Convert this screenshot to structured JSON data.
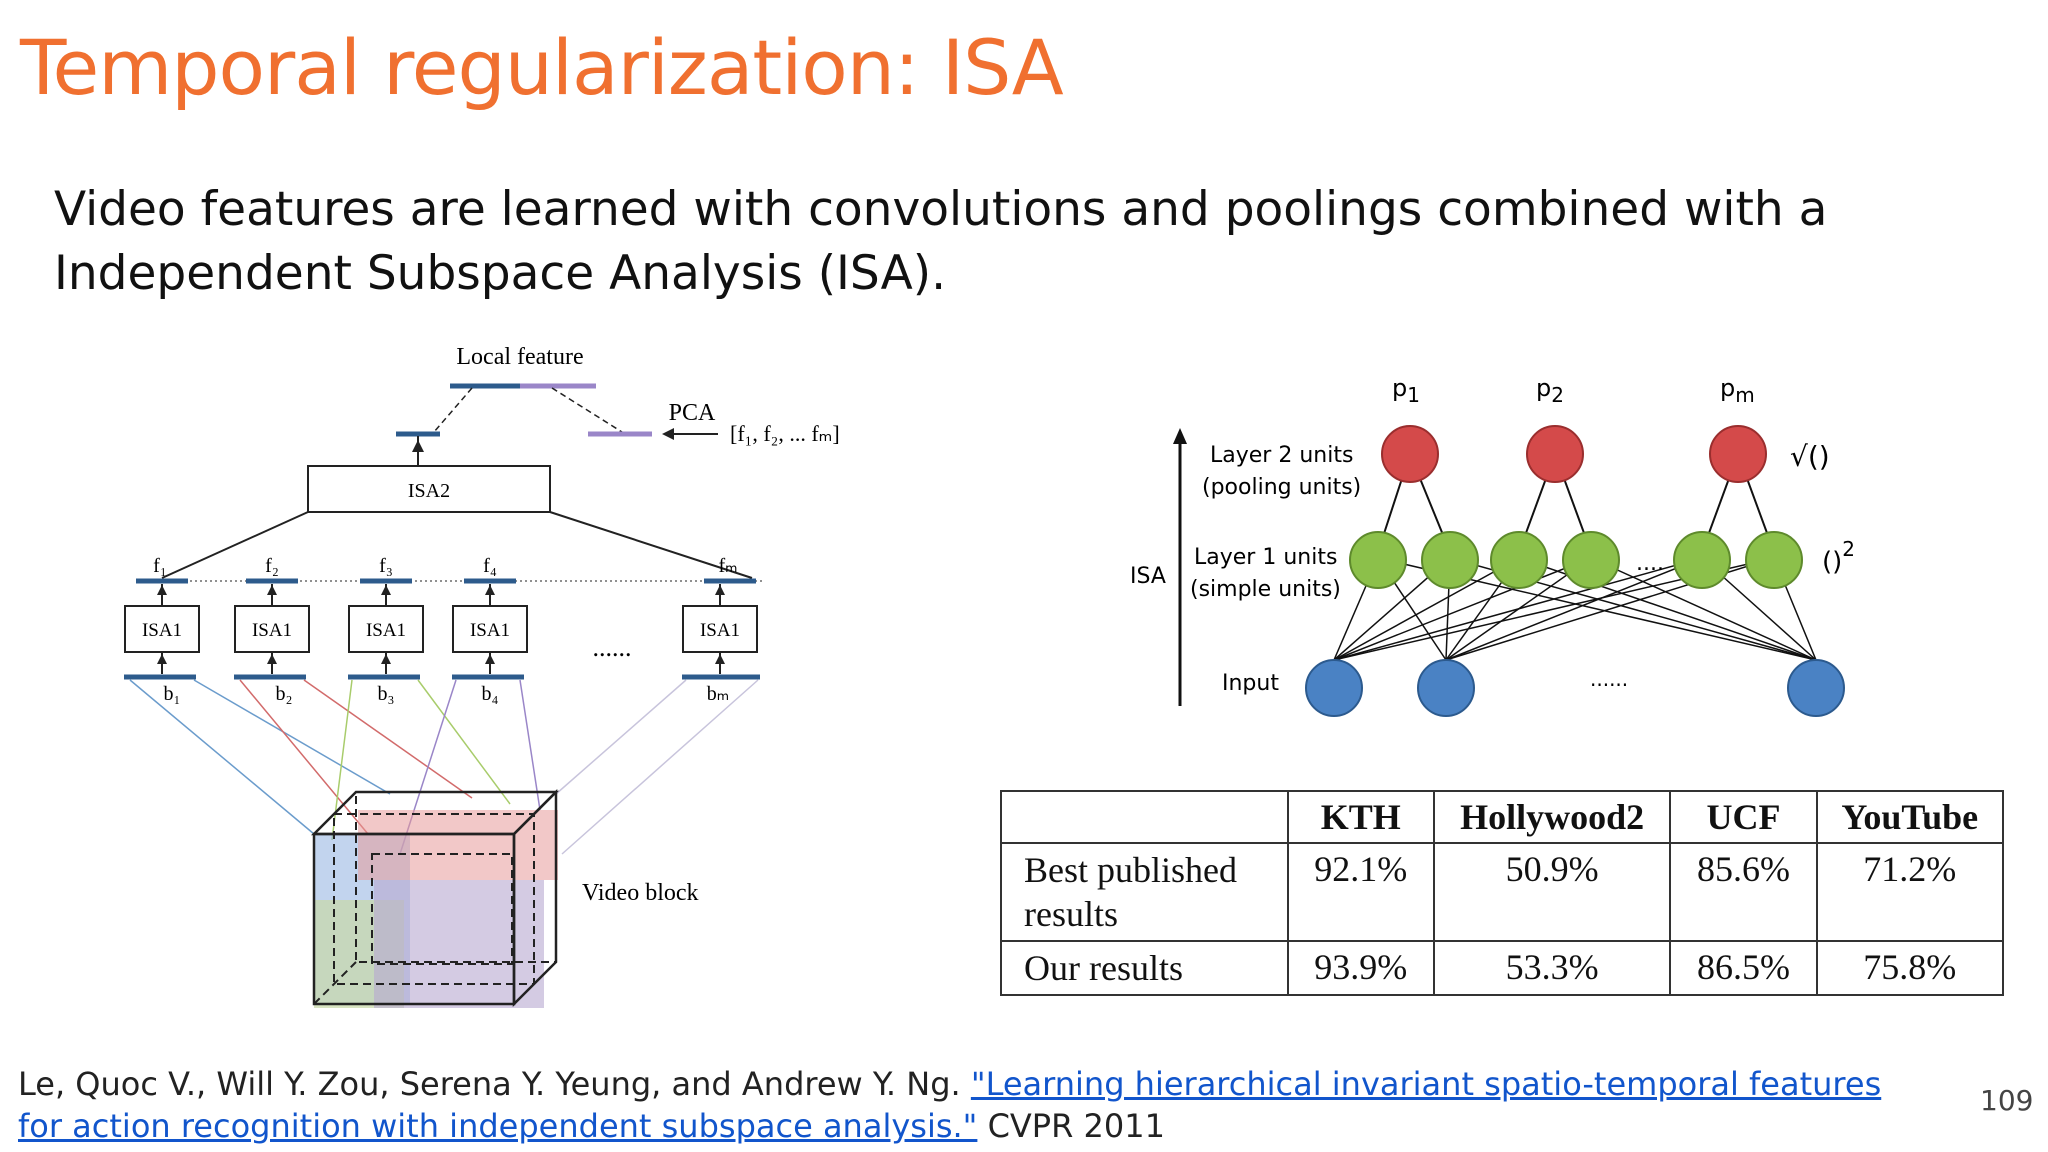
{
  "slide": {
    "title": "Temporal regularization: ISA",
    "body": "Video features are learned with convolutions and poolings combined with a Independent Subspace Analysis (ISA).",
    "page_number": "109"
  },
  "left_figure": {
    "local_feature": "Local feature",
    "pca": "PCA",
    "f_vector": "[f₁, f₂, ... fₘ]",
    "isa2": "ISA2",
    "isa1": "ISA1",
    "f_labels": [
      "f₁",
      "f₂",
      "f₃",
      "f₄",
      "fₘ"
    ],
    "b_labels": [
      "b₁",
      "b₂",
      "b₃",
      "b₄",
      "bₘ"
    ],
    "ellipsis": "......",
    "video_block": "Video block"
  },
  "right_figure": {
    "isa": "ISA",
    "layer2": "Layer 2 units",
    "layer2_sub": "(pooling units)",
    "layer1": "Layer 1 units",
    "layer1_sub": "(simple units)",
    "input": "Input",
    "p_labels": [
      "p",
      "p",
      "p"
    ],
    "p_subs": [
      "1",
      "2",
      "m"
    ],
    "sqrt": "√()",
    "square": "()",
    "square_exp": "2",
    "dots_mid": "....",
    "dots_input": "......"
  },
  "results_table": {
    "headers": [
      "",
      "KTH",
      "Hollywood2",
      "UCF",
      "YouTube"
    ],
    "rows": [
      {
        "label": "Best published results",
        "values": [
          "92.1%",
          "50.9%",
          "85.6%",
          "71.2%"
        ]
      },
      {
        "label": "Our results",
        "values": [
          "93.9%",
          "53.3%",
          "86.5%",
          "75.8%"
        ]
      }
    ]
  },
  "citation": {
    "authors": "Le, Quoc V., Will Y. Zou, Serena Y. Yeung, and Andrew Y. Ng. ",
    "link_text": "\"Learning hierarchical invariant spatio-temporal features for action recognition with independent subspace analysis.\"",
    "venue": " CVPR 2011"
  },
  "colors": {
    "title": "#f07030",
    "bar": "#2d5b8c",
    "pca_bar": "#9a86c8",
    "red_node": "#d44a4a",
    "green_node": "#8cc04a",
    "blue_node": "#4a82c4",
    "link": "#1155cc"
  }
}
